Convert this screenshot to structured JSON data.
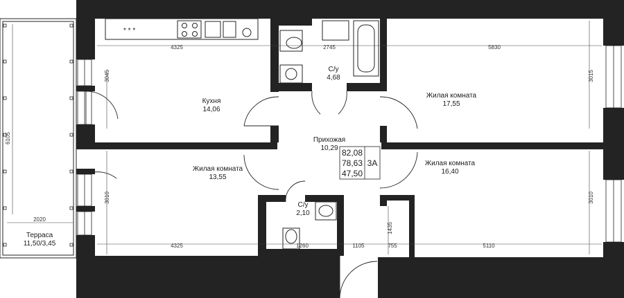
{
  "rooms": {
    "kitchen": {
      "name": "Кухня",
      "area": "14,06"
    },
    "bathroom1": {
      "name": "С/у",
      "area": "4,68"
    },
    "living1": {
      "name": "Жилая комната",
      "area": "17,55"
    },
    "hall": {
      "name": "Прихожая",
      "area": "10,29"
    },
    "living2": {
      "name": "Жилая комната",
      "area": "13,55"
    },
    "bathroom2": {
      "name": "С/у",
      "area": "2,10"
    },
    "living3": {
      "name": "Жилая комната",
      "area": "16,40"
    },
    "terrace": {
      "name": "Терраса",
      "area": "11,50/3,45"
    }
  },
  "summary": {
    "areas": [
      "82,08",
      "78,63",
      "47,50"
    ],
    "type": "3А"
  },
  "dimensions": {
    "top_kitchen": "4325",
    "top_bath": "2745",
    "top_living": "5830",
    "bottom_living2": "4325",
    "bottom_bath2": "1260",
    "bottom_hall": "1105",
    "bottom_corr": "755",
    "bottom_living3": "5110",
    "left_kitchen": "3045",
    "left_living2": "3010",
    "right_living1": "3015",
    "right_living3": "3010",
    "terrace_height": "6105",
    "terrace_width": "2020",
    "niche": "1435"
  }
}
